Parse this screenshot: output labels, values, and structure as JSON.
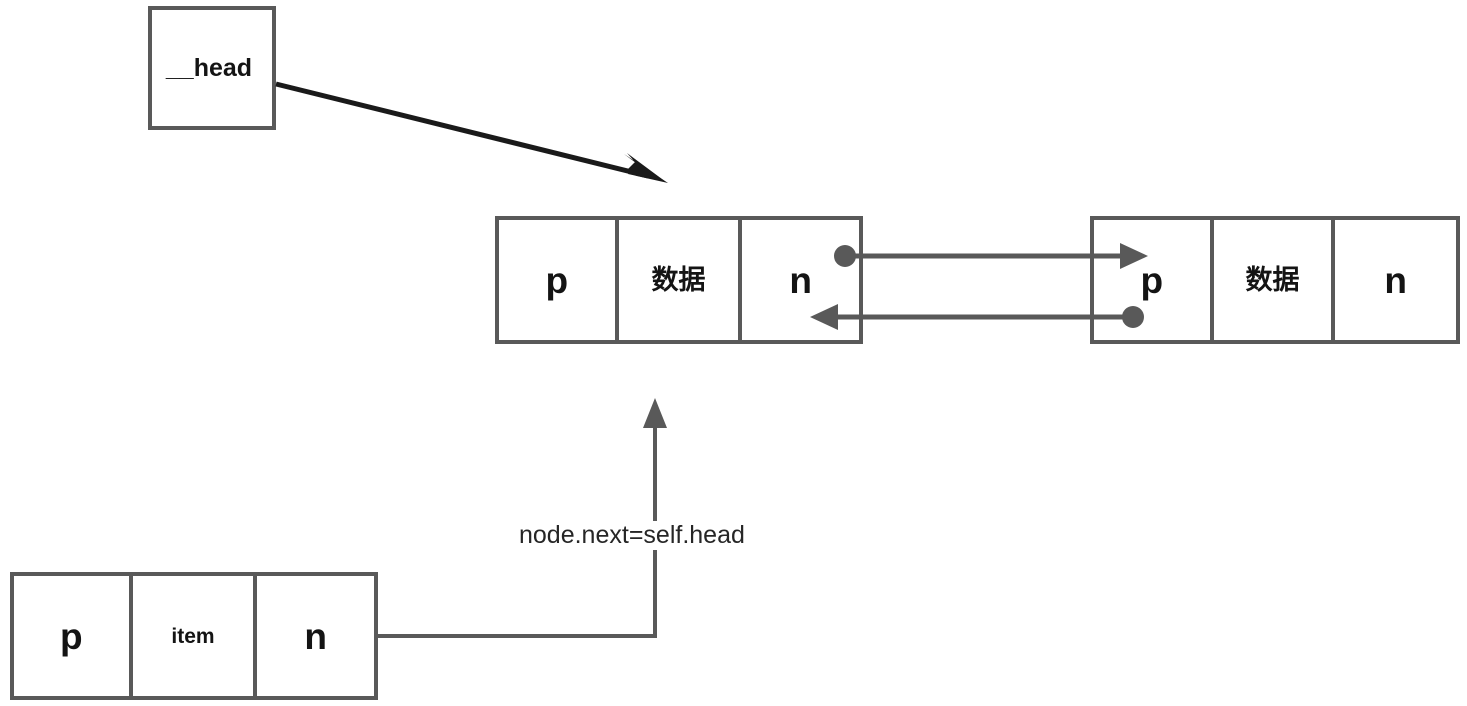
{
  "diagram": {
    "title_text": "__head",
    "code_annotation": "node.next=self.head",
    "colors": {
      "border": "#595959",
      "text": "#141414",
      "arrow_gray": "#595959",
      "arrow_black": "#1a1a1a",
      "background": "#ffffff"
    },
    "head_pointer": {
      "label": "__head"
    },
    "nodes": [
      {
        "name": "node-1",
        "cells": [
          {
            "label": "p",
            "size": "big"
          },
          {
            "label": "数据",
            "size": "cjk"
          },
          {
            "label": "n",
            "size": "big"
          }
        ]
      },
      {
        "name": "node-2",
        "cells": [
          {
            "label": "p",
            "size": "big"
          },
          {
            "label": "数据",
            "size": "cjk"
          },
          {
            "label": "n",
            "size": "big"
          }
        ]
      },
      {
        "name": "new-node",
        "cells": [
          {
            "label": "p",
            "size": "big"
          },
          {
            "label": "item",
            "size": "small"
          },
          {
            "label": "n",
            "size": "big"
          }
        ]
      }
    ],
    "connections": [
      {
        "name": "head-to-node1",
        "from": "__head",
        "to": "node-1",
        "style": "black-diagonal-arrow"
      },
      {
        "name": "node1-next-to-node2",
        "from": "node-1.n",
        "to": "node-2.p",
        "style": "gray-arrow-right"
      },
      {
        "name": "node2-prev-to-node1",
        "from": "node-2.p",
        "to": "node-1.n",
        "style": "gray-arrow-left"
      },
      {
        "name": "newnode-next-to-node1",
        "from": "new-node.n",
        "to": "node-1",
        "style": "gray-elbow-arrow-up",
        "label": "node.next=self.head"
      }
    ]
  }
}
